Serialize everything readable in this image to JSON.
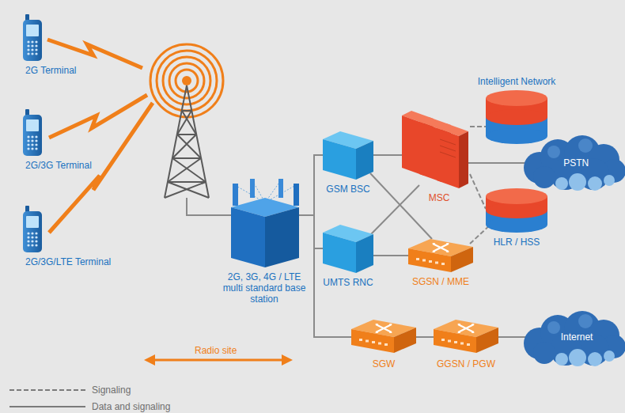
{
  "diagram": {
    "nodes": [
      {
        "text": [
          "2G Terminal"
        ]
      },
      {
        "text": [
          "2G/3G Terminal"
        ]
      },
      {
        "text": [
          "2G/3G/LTE Terminal"
        ]
      },
      {
        "text": [
          "2G, 3G, 4G / LTE multi standard base station"
        ]
      },
      {
        "text": [
          "GSM BSC"
        ]
      },
      {
        "text": [
          "UMTS RNC"
        ]
      },
      {
        "text": [
          "MSC"
        ]
      },
      {
        "text": [
          "SGSN / MME"
        ]
      },
      {
        "text": [
          "Intelligent Network"
        ]
      },
      {
        "text": [
          "HLR / HSS"
        ]
      },
      {
        "text": [
          "PSTN"
        ]
      },
      {
        "text": [
          "SGW"
        ]
      },
      {
        "text": [
          "GGSN / PGW"
        ]
      },
      {
        "text": [
          "Internet"
        ]
      }
    ],
    "edges": [
      {
        "from": 3,
        "to": 4,
        "arrow": "none"
      },
      {
        "from": 3,
        "to": 5,
        "arrow": "none"
      },
      {
        "from": 3,
        "to": 11,
        "arrow": "none"
      },
      {
        "from": 4,
        "to": 6,
        "arrow": "none"
      },
      {
        "from": 4,
        "to": 7,
        "arrow": "none"
      },
      {
        "from": 5,
        "to": 6,
        "arrow": "none"
      },
      {
        "from": 5,
        "to": 7,
        "arrow": "none"
      },
      {
        "from": 6,
        "to": 10,
        "arrow": "none"
      },
      {
        "from": 6,
        "to": 8,
        "arrow": "none"
      },
      {
        "from": 6,
        "to": 9,
        "arrow": "none"
      },
      {
        "from": 7,
        "to": 9,
        "arrow": "none"
      },
      {
        "from": 11,
        "to": 12,
        "arrow": "none"
      },
      {
        "from": 12,
        "to": 13,
        "arrow": "none"
      }
    ],
    "labels": [
      "Radio site"
    ],
    "legend": [
      {
        "text": "Signaling"
      },
      {
        "text": "Data and signaling"
      }
    ]
  }
}
